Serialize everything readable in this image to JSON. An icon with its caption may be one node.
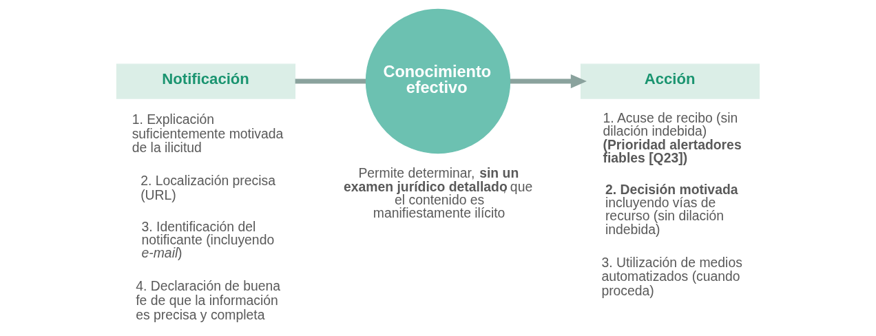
{
  "diagram": {
    "nodes": [
      {
        "text": [
          "Notificación"
        ]
      },
      {
        "text": [
          "Conocimiento efectivo"
        ],
        "beside": [
          "Permite determinar, **sin un examen jurídico detallado**, que el contenido es manifiestamente ilícito"
        ]
      },
      {
        "text": [
          "Acción"
        ]
      }
    ],
    "edges": [
      {
        "from": 0,
        "to": 1,
        "arrow": "none"
      },
      {
        "from": 1,
        "to": 2,
        "arrow": "to"
      }
    ],
    "labels": [
      "1. Explicación suficientemente motivada de la ilicitud",
      "2. Localización precisa (URL)",
      "3. Identificación del notificante (incluyendo *e-mail*)",
      "4. Declaración de buena fe de que la información es precisa y completa",
      "1. Acuse de recibo (sin dilación indebida) **(Prioridad alertadores fiables [Q23])**",
      "**2. Decisión motivada** incluyendo vías de recurso (sin dilación indebida)",
      "3. Utilización de medios automatizados (cuando proceda)"
    ]
  }
}
